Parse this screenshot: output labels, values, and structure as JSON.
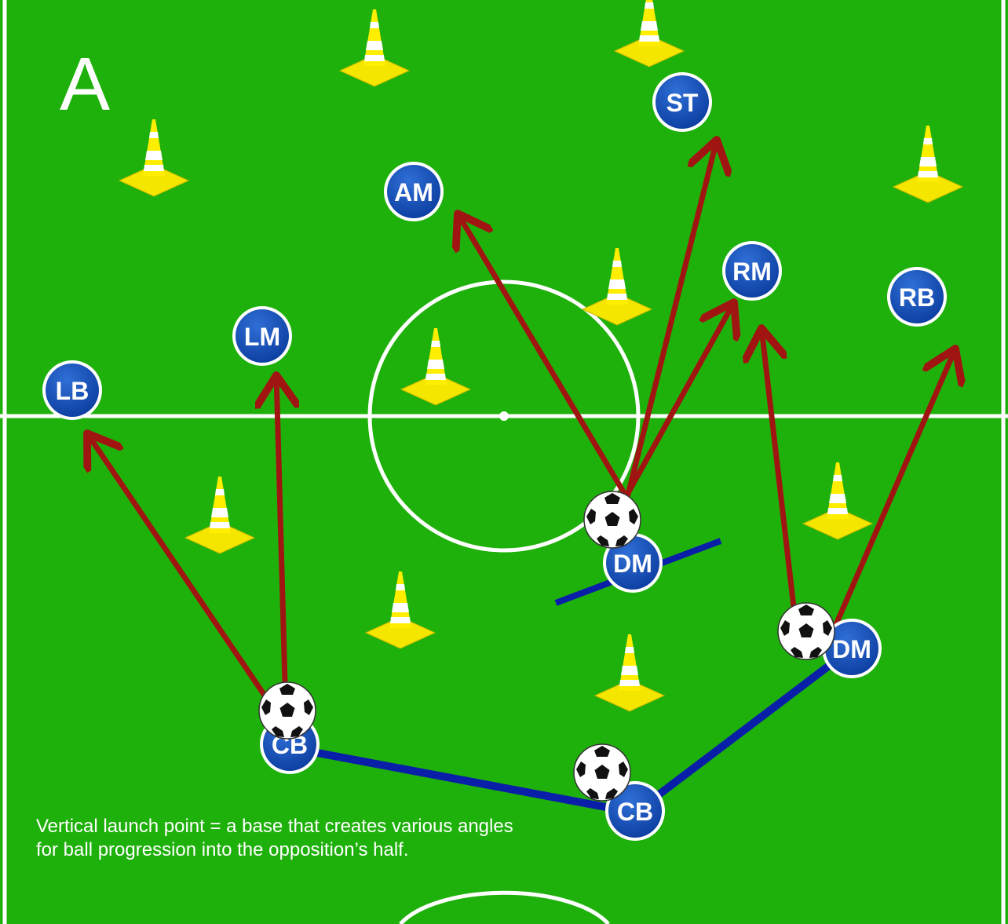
{
  "diagram": {
    "title": "A",
    "caption": "Vertical launch point = a base that creates various angles for ball progression into the opposition’s half."
  },
  "colors": {
    "pitch": "#1fb10b",
    "lines": "#ffffff",
    "arrow": "#a01512",
    "link": "#0a1fa8",
    "player": "#0b43b0",
    "cone": "#ffee00"
  },
  "players": [
    "ST",
    "AM",
    "RM",
    "RB",
    "LM",
    "LB",
    "DM",
    "DM",
    "CB",
    "CB"
  ],
  "icons": {
    "cone": "training-cone-icon",
    "ball": "soccer-ball-icon"
  }
}
